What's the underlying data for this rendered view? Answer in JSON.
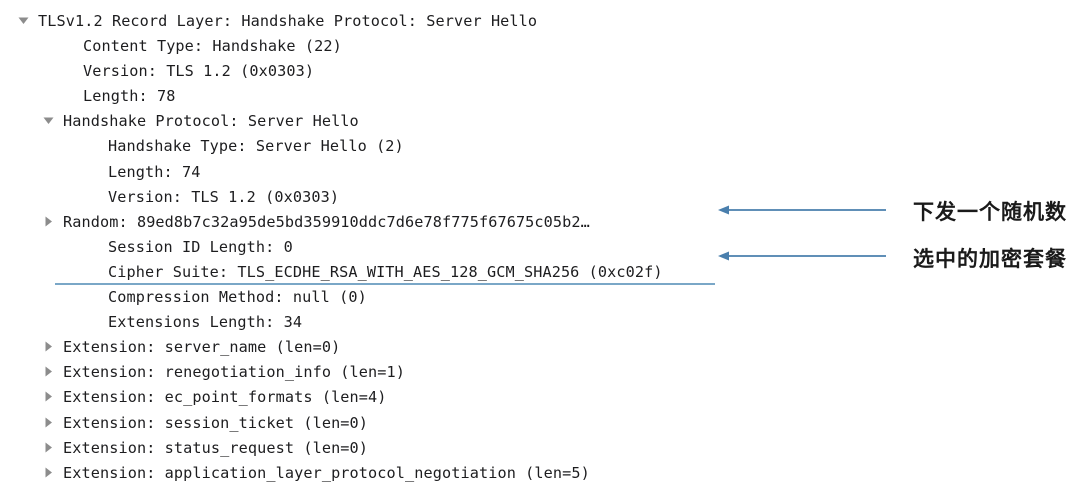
{
  "colors": {
    "background": "#ffffff",
    "text": "#1d1d1f",
    "twisty": "#8c8c8c",
    "selection_underline": "#7aa7c7",
    "annotation_arrow": "#4a7fad",
    "annotation_text": "#1a1a1a"
  },
  "packet_tree": {
    "rows": [
      {
        "indent": "lvl0",
        "twisty": "expanded",
        "text": "TLSv1.2 Record Layer: Handshake Protocol: Server Hello"
      },
      {
        "indent": "lvl1",
        "twisty": "none",
        "text": "Content Type: Handshake (22)"
      },
      {
        "indent": "lvl1",
        "twisty": "none",
        "text": "Version: TLS 1.2 (0x0303)"
      },
      {
        "indent": "lvl1",
        "twisty": "none",
        "text": "Length: 78"
      },
      {
        "indent": "lvl2",
        "twisty": "expanded",
        "text": "Handshake Protocol: Server Hello"
      },
      {
        "indent": "lvl3",
        "twisty": "none",
        "text": "Handshake Type: Server Hello (2)"
      },
      {
        "indent": "lvl3",
        "twisty": "none",
        "text": "Length: 74"
      },
      {
        "indent": "lvl3",
        "twisty": "none",
        "text": "Version: TLS 1.2 (0x0303)"
      },
      {
        "indent": "lvl2",
        "twisty": "collapsed",
        "text": "Random: 89ed8b7c32a95de5bd359910ddc7d6e78f775f67675c05b2…"
      },
      {
        "indent": "lvl3",
        "twisty": "none",
        "text": "Session ID Length: 0"
      },
      {
        "indent": "lvl3",
        "twisty": "none",
        "text": "Cipher Suite: TLS_ECDHE_RSA_WITH_AES_128_GCM_SHA256 (0xc02f)",
        "selected": true
      },
      {
        "indent": "lvl3",
        "twisty": "none",
        "text": "Compression Method: null (0)"
      },
      {
        "indent": "lvl3",
        "twisty": "none",
        "text": "Extensions Length: 34"
      },
      {
        "indent": "lvl2",
        "twisty": "collapsed",
        "text": "Extension: server_name (len=0)"
      },
      {
        "indent": "lvl2",
        "twisty": "collapsed",
        "text": "Extension: renegotiation_info (len=1)"
      },
      {
        "indent": "lvl2",
        "twisty": "collapsed",
        "text": "Extension: ec_point_formats (len=4)"
      },
      {
        "indent": "lvl2",
        "twisty": "collapsed",
        "text": "Extension: session_ticket (len=0)"
      },
      {
        "indent": "lvl2",
        "twisty": "collapsed",
        "text": "Extension: status_request (len=0)"
      },
      {
        "indent": "lvl2",
        "twisty": "collapsed",
        "text": "Extension: application_layer_protocol_negotiation (len=5)"
      }
    ]
  },
  "annotations": [
    {
      "label": "下发一个随机数",
      "target_row": "Random"
    },
    {
      "label": "选中的加密套餐",
      "target_row": "Cipher Suite"
    }
  ]
}
